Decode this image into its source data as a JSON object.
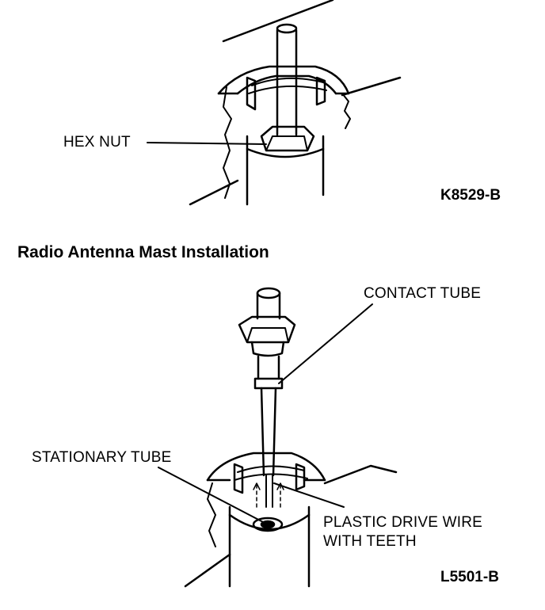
{
  "top_figure": {
    "callout_hex_nut": "HEX NUT",
    "figure_code": "K8529-B"
  },
  "caption": "Radio Antenna Mast Installation",
  "bottom_figure": {
    "callout_contact_tube": "CONTACT TUBE",
    "callout_stationary_tube": "STATIONARY TUBE",
    "callout_drive_wire_line1": "PLASTIC DRIVE WIRE",
    "callout_drive_wire_line2": "WITH TEETH",
    "figure_code": "L5501-B"
  },
  "colors": {
    "ink": "#000000",
    "paper": "#ffffff"
  }
}
